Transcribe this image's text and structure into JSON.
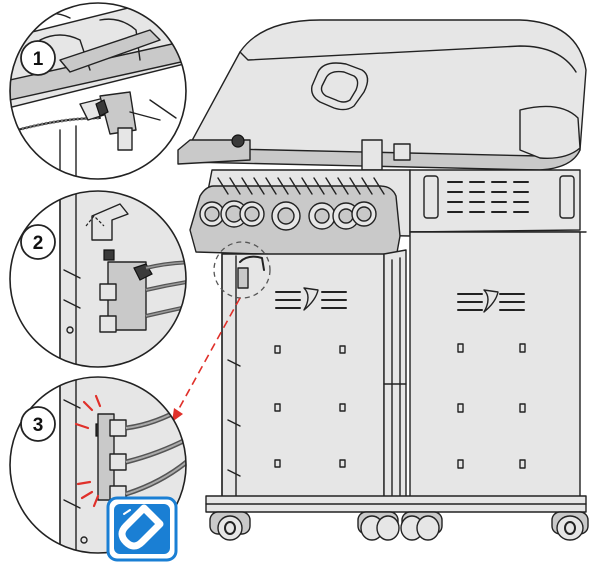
{
  "steps": [
    {
      "number": "1"
    },
    {
      "number": "2"
    },
    {
      "number": "3"
    }
  ],
  "colors": {
    "callout_arrow": "#e0302a",
    "spark": "#e0302a",
    "magnet_badge": "#1a7fd4",
    "line": "#222222",
    "metal_light": "#e6e6e6",
    "metal_mid": "#c9c9c9"
  },
  "badge_icon": "magnet-icon"
}
